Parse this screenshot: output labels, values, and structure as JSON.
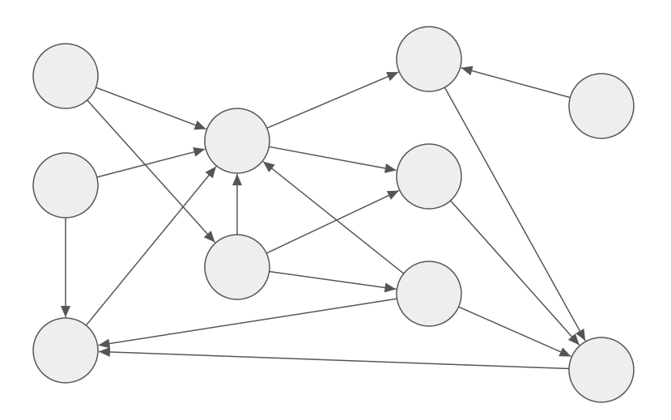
{
  "colors": {
    "node_fill": "#eeeeee",
    "stroke": "#555555",
    "background": "#ffffff"
  },
  "nodes": [
    {
      "id": "n1"
    },
    {
      "id": "n2"
    },
    {
      "id": "n3"
    },
    {
      "id": "n4"
    },
    {
      "id": "n5"
    },
    {
      "id": "n6"
    },
    {
      "id": "n7"
    },
    {
      "id": "n8"
    },
    {
      "id": "n9"
    },
    {
      "id": "n10"
    }
  ],
  "edges": [
    {
      "from": "n1",
      "to": "n4"
    },
    {
      "from": "n1",
      "to": "n5"
    },
    {
      "from": "n2",
      "to": "n4"
    },
    {
      "from": "n2",
      "to": "n3"
    },
    {
      "from": "n3",
      "to": "n4"
    },
    {
      "from": "n5",
      "to": "n4"
    },
    {
      "from": "n4",
      "to": "n6"
    },
    {
      "from": "n4",
      "to": "n7"
    },
    {
      "from": "n5",
      "to": "n7"
    },
    {
      "from": "n5",
      "to": "n8"
    },
    {
      "from": "n8",
      "to": "n4"
    },
    {
      "from": "n7",
      "to": "n10"
    },
    {
      "from": "n9",
      "to": "n6"
    },
    {
      "from": "n6",
      "to": "n10"
    },
    {
      "from": "n8",
      "to": "n10"
    },
    {
      "from": "n8",
      "to": "n3"
    },
    {
      "from": "n10",
      "to": "n3"
    }
  ]
}
